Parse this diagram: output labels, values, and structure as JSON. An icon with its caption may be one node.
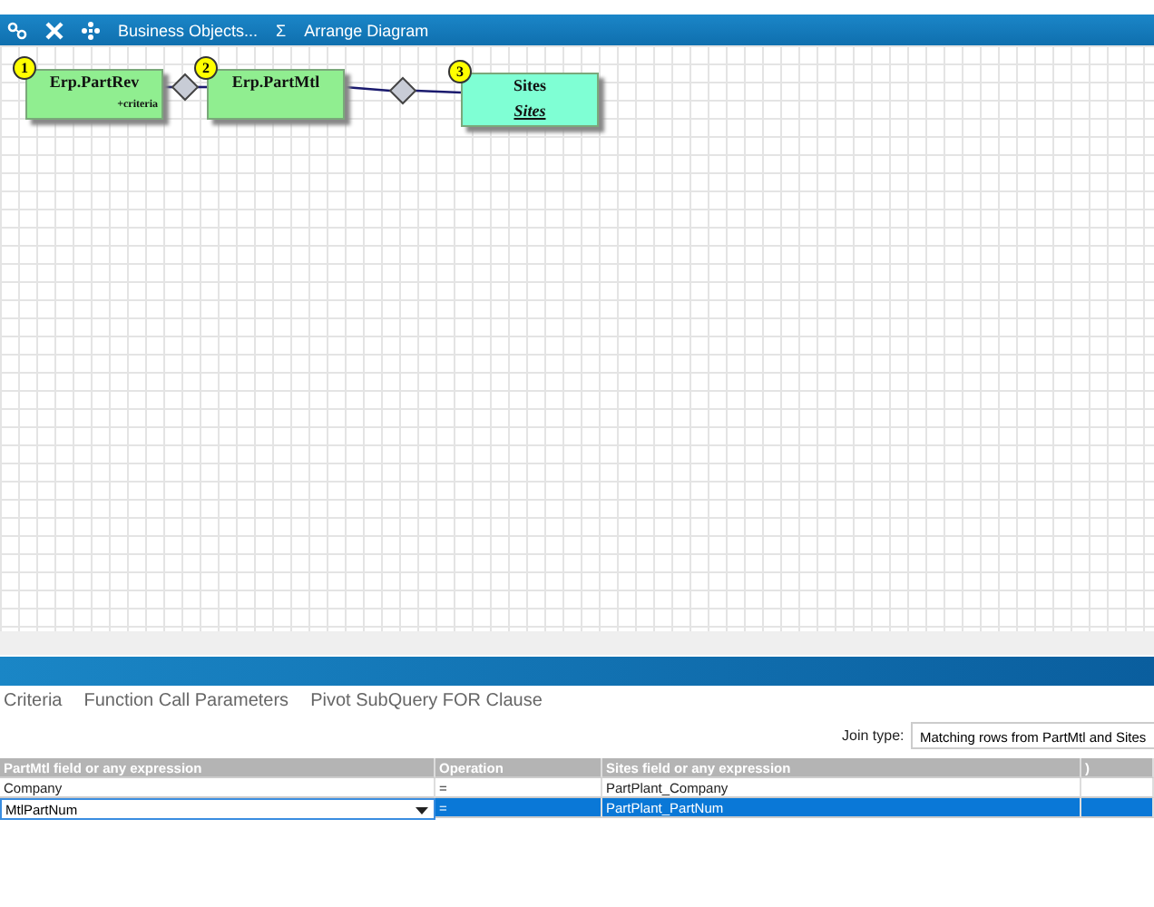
{
  "diagram": {
    "nodes": [
      {
        "text": [
          "Erp.PartRev",
          "+criteria"
        ],
        "beside": [
          "1"
        ]
      },
      {
        "text": [],
        "shape": "diamond"
      },
      {
        "text": [
          "Erp.PartMtl"
        ],
        "beside": [
          "2"
        ]
      },
      {
        "text": [],
        "shape": "diamond"
      },
      {
        "text": [
          "Sites",
          "Sites"
        ],
        "beside": [
          "3"
        ]
      }
    ],
    "edges": [
      {
        "from": 0,
        "to": 1,
        "arrow": "none"
      },
      {
        "from": 1,
        "to": 2,
        "arrow": "none"
      },
      {
        "from": 2,
        "to": 3,
        "arrow": "other"
      },
      {
        "from": 4,
        "to": 3,
        "arrow": "other"
      }
    ],
    "labels": [
      "Business Objects...",
      "Σ",
      "Arrange Diagram",
      "Criteria",
      "Function Call Parameters",
      "Pivot SubQuery FOR Clause",
      "Join type:",
      "Matching rows from PartMtl and Sites",
      "PartMtl field or any expression",
      "Operation",
      "Sites field or any expression",
      ")",
      "Company",
      "=",
      "PartPlant_Company",
      "MtlPartNum",
      "=",
      "PartPlant_PartNum"
    ]
  }
}
